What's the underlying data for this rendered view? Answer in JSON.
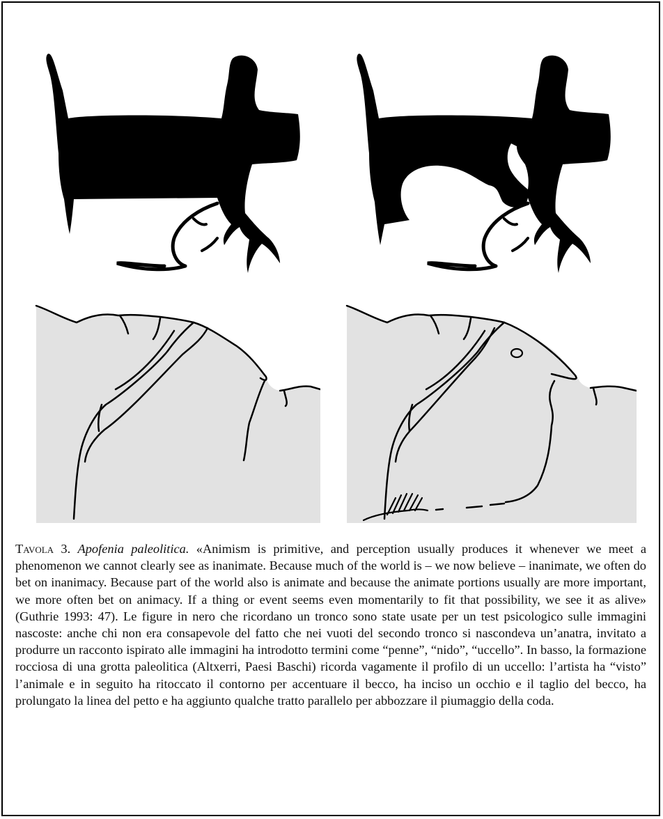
{
  "caption": {
    "plate_label": "Tavola 3.",
    "title": "Apofenia paleolitica.",
    "body": "«Animism is primitive, and perception usually produces it whenever we meet a phenomenon we cannot clearly see as inanimate. Because much of the world is – we now believe – inanimate, we often do bet on inanimacy. Because part of the world also is animate and because the animate portions usually are more important, we more often bet on animacy. If a thing or event seems even momentarily to fit that possibility, we see it as alive» (Guthrie 1993: 47). Le figure in nero che ricordano un tronco sono state usate per un test psicologico sulle immagini nascoste: anche chi non era consapevole del fatto che nei vuoti del secondo tronco si nascondeva un’anatra, invitato a produrre un racconto ispirato alle immagini ha introdotto termini come “penne”, “nido”, “uccello”. In basso, la formazione rocciosa di una grotta paleolitica (Altxerri, Paesi Baschi) ricorda vagamente il profilo di un uccello: l’artista ha “visto” l’animale e in seguito ha ritoccato il contorno per accentuare il becco, ha inciso un occhio e il taglio del becco, ha prolungato la linea del petto e ha aggiunto qualche tratto parallelo per abbozzare il piumaggio della coda."
  },
  "colors": {
    "ink": "#000000",
    "rock_fill": "#e2e2e2"
  }
}
